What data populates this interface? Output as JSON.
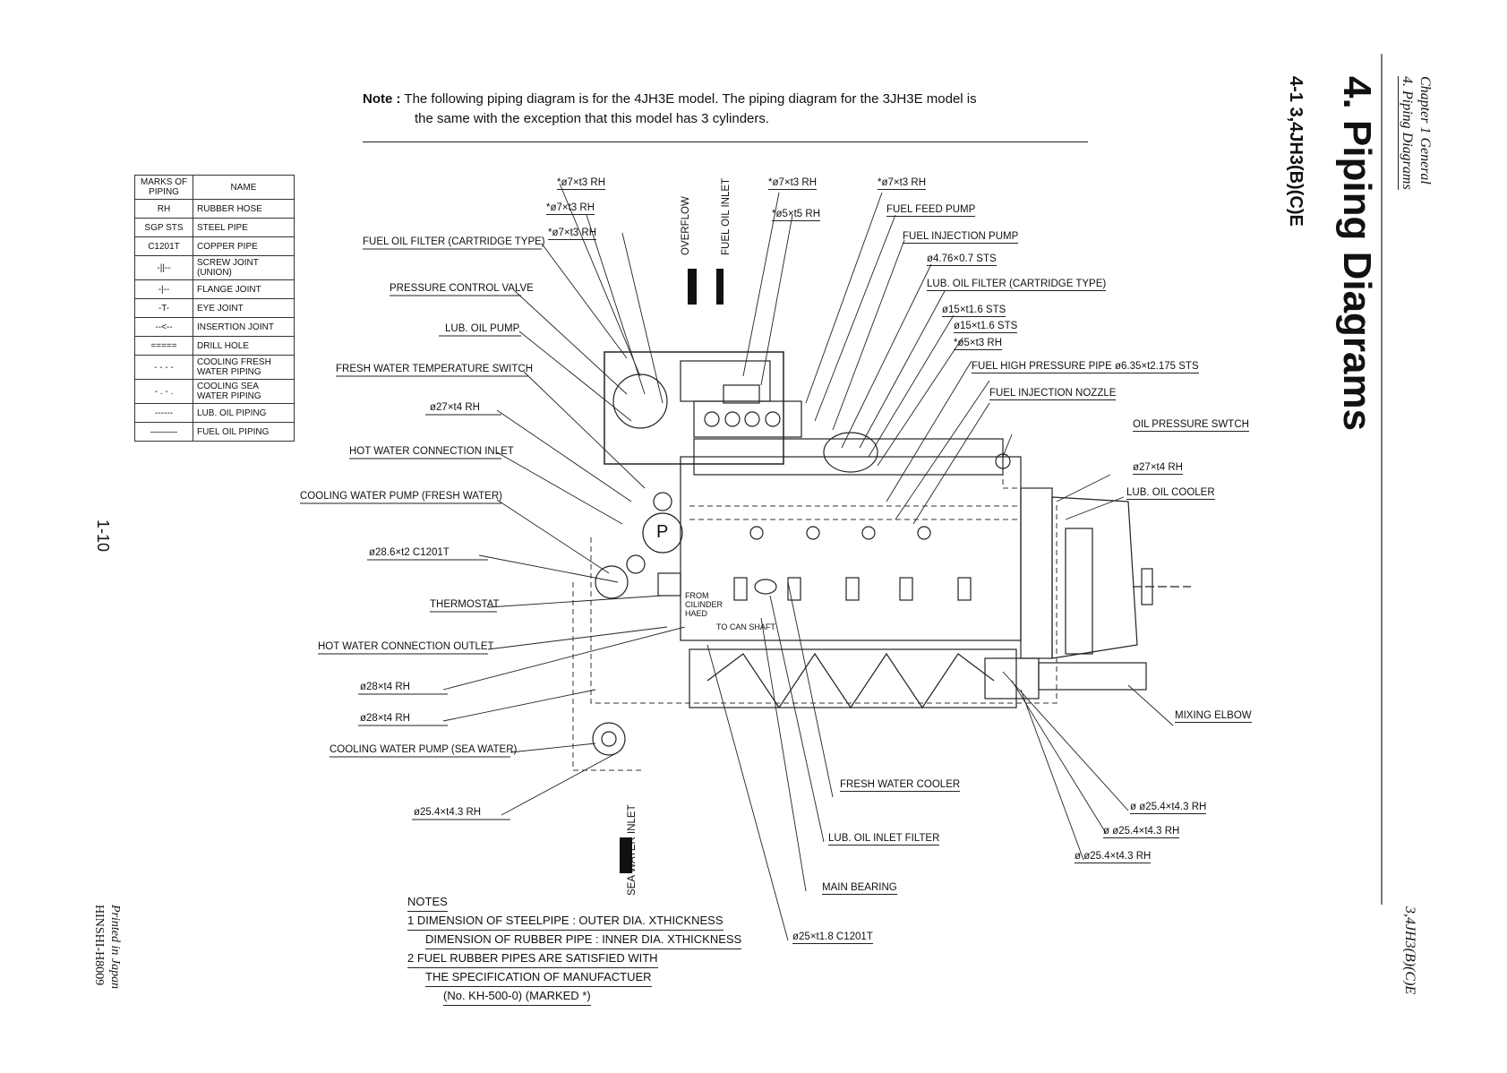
{
  "header": {
    "chapter": "Chapter 1 General",
    "section": "4. Piping Diagrams",
    "title": "4. Piping Diagrams",
    "subtitle": "4-1 3,4JH3(B)(C)E",
    "model_tag": "3,4JH3(B)(C)E",
    "page_number": "1-10",
    "printed": "Printed in Japan",
    "doc_code": "HINSHI-H8009"
  },
  "note": {
    "prefix": "Note :",
    "line1": "The following piping diagram is for the 4JH3E model.  The piping diagram for the 3JH3E model is",
    "line2": "the same with the exception that this model has 3 cylinders."
  },
  "legend": {
    "col_marks": "MARKS OF PIPING",
    "col_name": "NAME",
    "rows": [
      {
        "mark": "RH",
        "name": "RUBBER HOSE"
      },
      {
        "mark": "SGP STS",
        "name": "STEEL PIPE"
      },
      {
        "mark": "C1201T",
        "name": "COPPER PIPE"
      },
      {
        "mark": "-||--",
        "name": "SCREW JOINT (UNION)"
      },
      {
        "mark": "-|--",
        "name": "FLANGE JOINT"
      },
      {
        "mark": "-T-",
        "name": "EYE JOINT"
      },
      {
        "mark": "--<--",
        "name": "INSERTION JOINT"
      },
      {
        "mark": "=====",
        "name": "DRILL HOLE"
      },
      {
        "mark": "- - - -",
        "name": "COOLING FRESH WATER PIPING"
      },
      {
        "mark": "- . - .",
        "name": "COOLING SEA WATER PIPING"
      },
      {
        "mark": "------",
        "name": "LUB. OIL PIPING"
      },
      {
        "mark": "———",
        "name": "FUEL OIL PIPING"
      }
    ]
  },
  "labels": {
    "fuel_oil_filter": "FUEL OIL FILTER (CARTRIDGE TYPE)",
    "pressure_control_valve": "PRESSURE CONTROL VALVE",
    "lub_oil_pump": "LUB. OIL PUMP",
    "fresh_water_temp_switch": "FRESH WATER TEMPERATURE SWITCH",
    "pipe_27x14_left": "ø27×t4 RH",
    "hot_water_inlet": "HOT WATER CONNECTION INLET",
    "cooling_pump_fresh": "COOLING WATER PUMP (FRESH WATER)",
    "pipe_28_6": "ø28.6×t2 C1201T",
    "thermostat": "THERMOSTAT",
    "hot_water_outlet": "HOT WATER CONNECTION OUTLET",
    "pipe_28x14_a": "ø28×t4 RH",
    "pipe_28x14_b": "ø28×t4 RH",
    "cooling_pump_sea": "COOLING WATER PUMP (SEA WATER)",
    "pipe_25_4_left": "ø25.4×t4.3 RH",
    "top_7x13_a": "*ø7×t3 RH",
    "top_7x13_b": "*ø7×t3 RH",
    "top_7x13_c": "*ø7×t3 RH",
    "overflow": "OVERFLOW",
    "fuel_oil_inlet": "FUEL OIL INLET",
    "top_7x13_d": "*ø7×t3 RH",
    "top_5x15": "*ø5×t5 RH",
    "top_7x13_e": "*ø7×t3 RH",
    "fuel_feed_pump": "FUEL FEED PUMP",
    "fuel_injection_pump": "FUEL INJECTION PUMP",
    "pipe_4_76": "ø4.76×0.7 STS",
    "lub_oil_filter": "LUB. OIL FILTER (CARTRIDGE TYPE)",
    "pipe_15_a": "ø15×t1.6 STS",
    "pipe_15_b": "ø15×t1.6 STS",
    "pipe_5x13": "*ø5×t3 RH",
    "fuel_high_pressure": "FUEL HIGH PRESSURE PIPE  ø6.35×t2.175 STS",
    "fuel_injection_nozzle": "FUEL INJECTION NOZZLE",
    "oil_pressure_switch": "OIL PRESSURE SWTCH",
    "pipe_27x14_right": "ø27×t4 RH",
    "lub_oil_cooler": "LUB. OIL COOLER",
    "mixing_elbow": "MIXING ELBOW",
    "fresh_water_cooler": "FRESH WATER COOLER",
    "lub_oil_inlet_filter": "LUB. OIL INLET FILTER",
    "main_bearing": "MAIN BEARING",
    "pipe_25x11_8": "ø25×t1.8 C1201T",
    "pipe_25_4_r1": "ø ø25.4×t4.3 RH",
    "pipe_25_4_r2": "ø ø25.4×t4.3 RH",
    "pipe_25_4_r3": "ø ø25.4×t4.3 RH",
    "sea_water_inlet": "SEA WATER INLET",
    "from_cylinder_head": "FROM CILINDER HAED",
    "to_cam_shaft": "TO CAN SHAFT",
    "p_symbol": "P"
  },
  "notes": {
    "title": "NOTES",
    "l1": "1  DIMENSION OF STEELPIPE : OUTER DIA. XTHICKNESS",
    "l2": "DIMENSION OF RUBBER PIPE : INNER DIA. XTHICKNESS",
    "l3": "2  FUEL RUBBER PIPES ARE SATISFIED WITH",
    "l4": "THE SPECIFICATION OF MANUFACTUER",
    "l5": "(No. KH-500-0)  (MARKED  *)"
  }
}
